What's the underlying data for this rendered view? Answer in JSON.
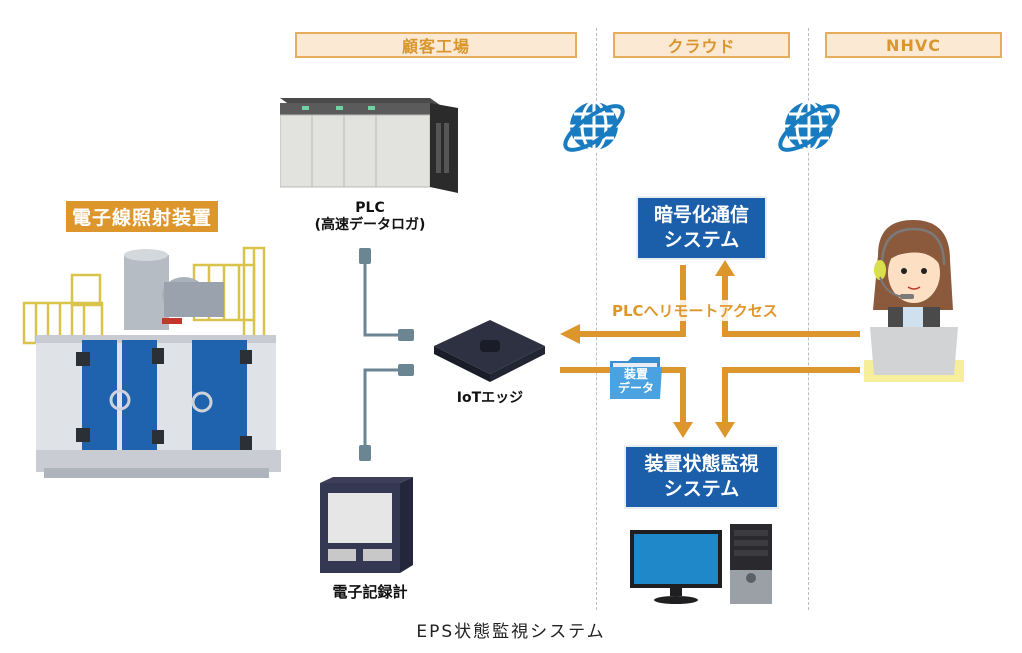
{
  "zones": [
    {
      "label": "顧客工場"
    },
    {
      "label": "クラウド"
    },
    {
      "label": "NHVC"
    }
  ],
  "equipment": {
    "label": "電子線照射装置"
  },
  "plc": {
    "line1": "PLC",
    "line2": "(高速データロガ)"
  },
  "iot_edge": {
    "label": "IoTエッジ"
  },
  "recorder": {
    "label": "電子記録計"
  },
  "encrypted_comm": {
    "line1": "暗号化通信",
    "line2": "システム"
  },
  "status_monitor": {
    "line1": "装置状態監視",
    "line2": "システム"
  },
  "flows": {
    "remote_access_label": "PLCへリモートアクセス",
    "device_data_line1": "装置",
    "device_data_line2": "データ"
  },
  "colors": {
    "accent_orange": "#dd962b",
    "system_blue": "#1b5ea9",
    "header_fill": "#fbe9d4",
    "globe_blue": "#1a7cc0"
  },
  "caption": "EPS状態監視システム"
}
